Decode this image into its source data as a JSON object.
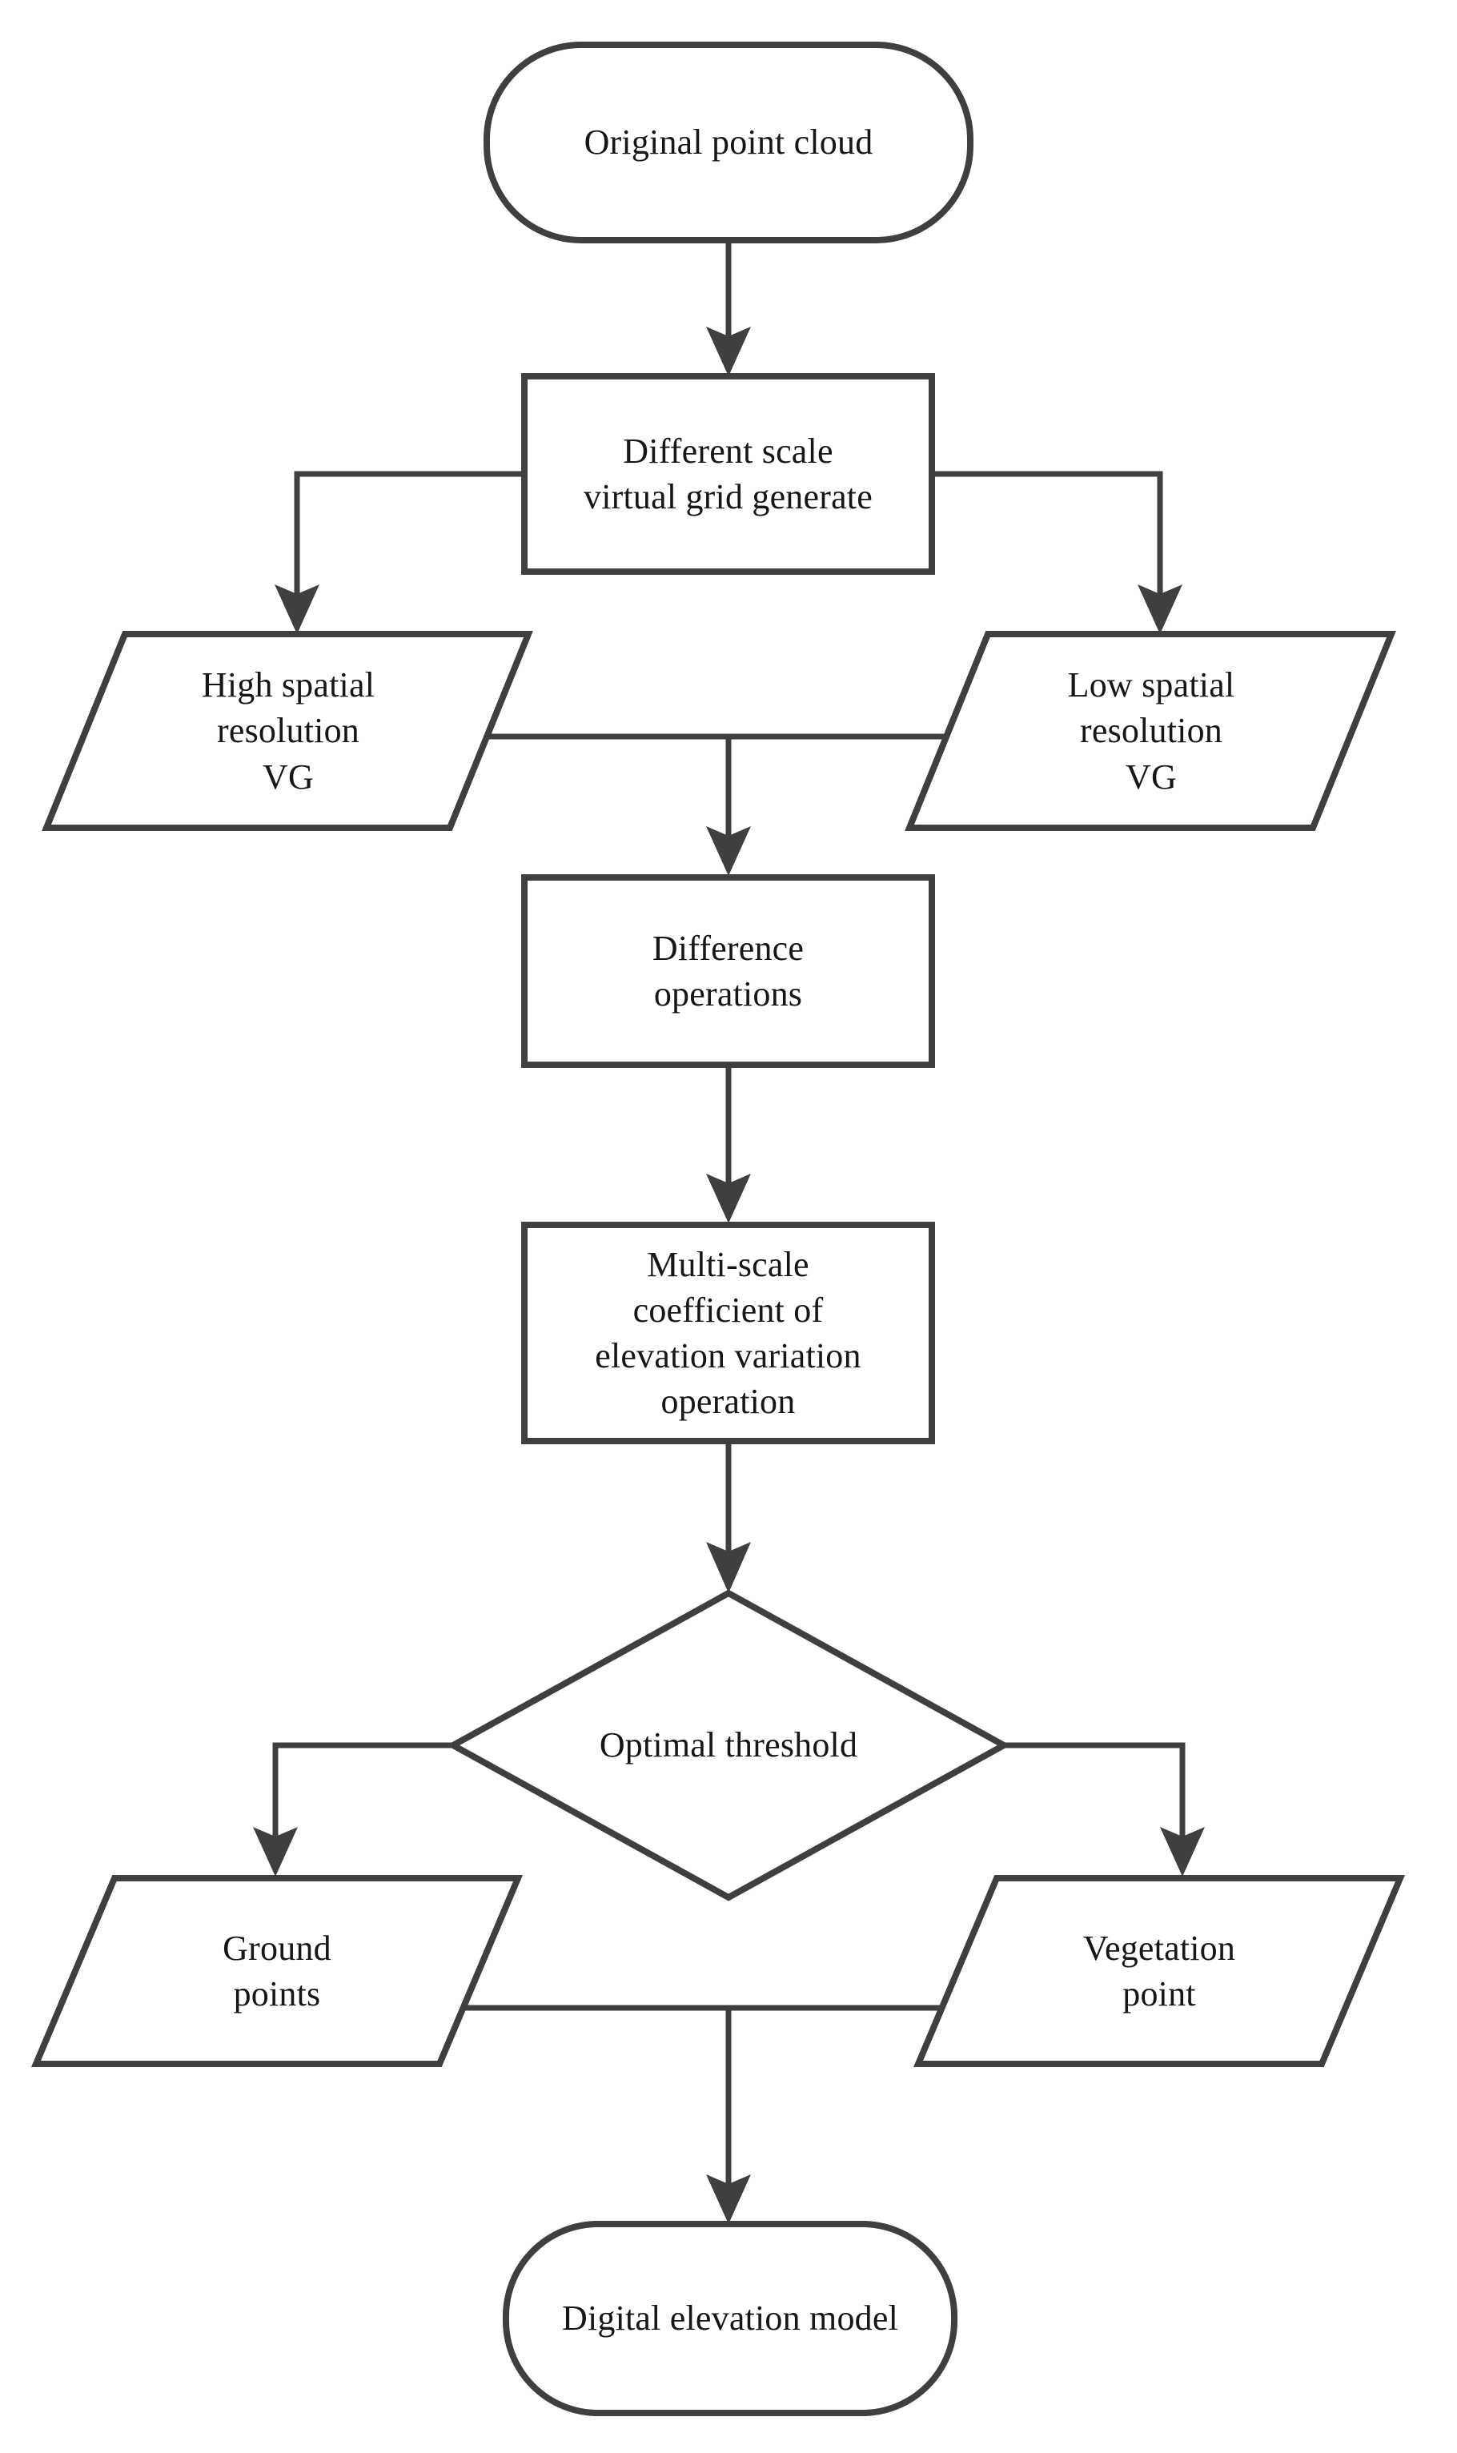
{
  "diagram": {
    "type": "flowchart",
    "orientation": "top-to-bottom",
    "background_color": "#ffffff",
    "stroke_color": "#3f3f3f",
    "text_color": "#16161a",
    "nodes": [
      {
        "id": "original-point-cloud",
        "shape": "terminator",
        "label": "Original point cloud"
      },
      {
        "id": "virtual-grid-generate",
        "shape": "process",
        "label": "Different scale\nvirtual grid generate"
      },
      {
        "id": "high-res-vg",
        "shape": "data",
        "label": "High spatial\nresolution\nVG"
      },
      {
        "id": "low-res-vg",
        "shape": "data",
        "label": "Low spatial\nresolution\nVG"
      },
      {
        "id": "difference-operations",
        "shape": "process",
        "label": "Difference\noperations"
      },
      {
        "id": "multi-scale-operation",
        "shape": "process",
        "label": "Multi-scale\ncoefficient of\nelevation variation\noperation"
      },
      {
        "id": "optimal-threshold",
        "shape": "decision",
        "label": "Optimal threshold"
      },
      {
        "id": "ground-points",
        "shape": "data",
        "label": "Ground\npoints"
      },
      {
        "id": "vegetation-point",
        "shape": "data",
        "label": "Vegetation\npoint"
      },
      {
        "id": "digital-elevation-model",
        "shape": "terminator",
        "label": "Digital elevation model"
      }
    ],
    "edges": [
      {
        "from": "original-point-cloud",
        "to": "virtual-grid-generate",
        "style": "straight-arrow"
      },
      {
        "from": "virtual-grid-generate",
        "to": "high-res-vg",
        "style": "elbow-arrow-left"
      },
      {
        "from": "virtual-grid-generate",
        "to": "low-res-vg",
        "style": "elbow-arrow-right"
      },
      {
        "from": "high-res-vg",
        "to": "difference-operations",
        "style": "merge-arrow"
      },
      {
        "from": "low-res-vg",
        "to": "difference-operations",
        "style": "merge-arrow"
      },
      {
        "from": "difference-operations",
        "to": "multi-scale-operation",
        "style": "straight-arrow"
      },
      {
        "from": "multi-scale-operation",
        "to": "optimal-threshold",
        "style": "straight-arrow"
      },
      {
        "from": "optimal-threshold",
        "to": "ground-points",
        "style": "elbow-arrow-left"
      },
      {
        "from": "optimal-threshold",
        "to": "vegetation-point",
        "style": "elbow-arrow-right"
      },
      {
        "from": "ground-points",
        "to": "digital-elevation-model",
        "style": "merge-arrow"
      },
      {
        "from": "vegetation-point",
        "to": "digital-elevation-model",
        "style": "merge-arrow"
      }
    ]
  }
}
